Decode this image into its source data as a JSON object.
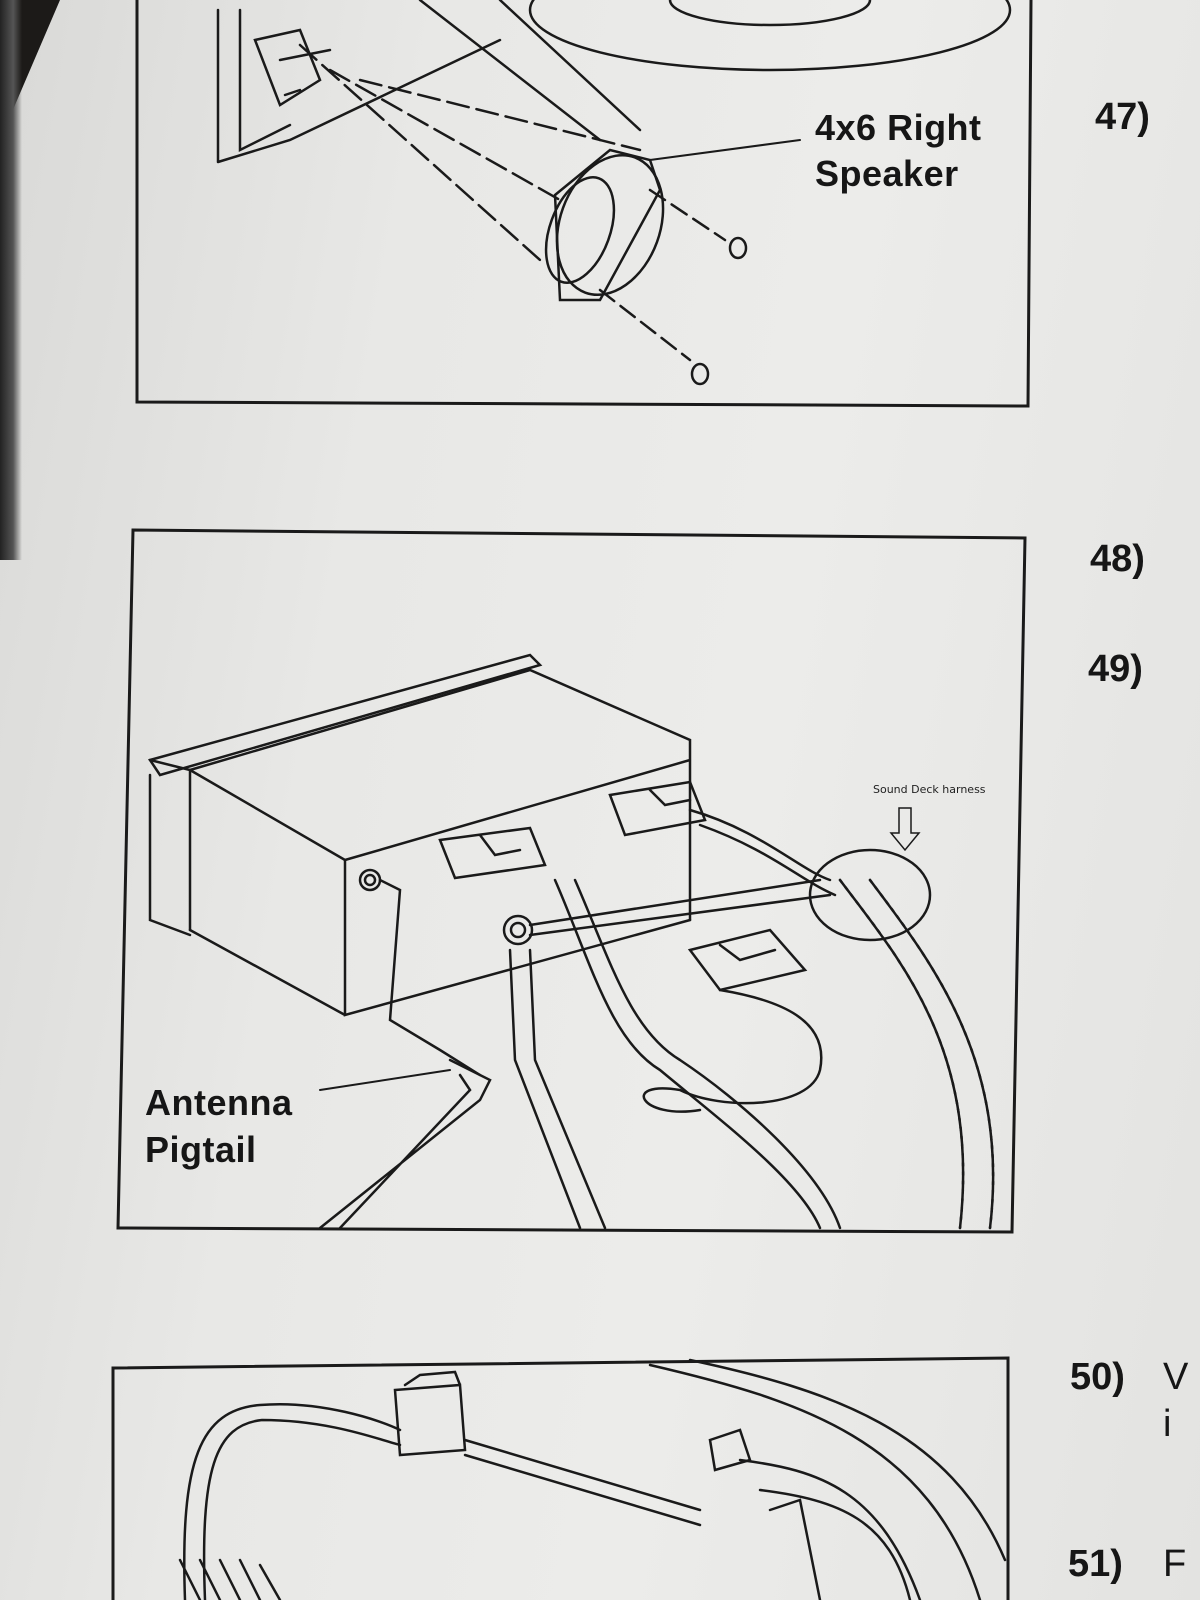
{
  "figure_top": {
    "label_line1": "4x6 Right",
    "label_line2": "Speaker"
  },
  "figure_middle": {
    "label_line1": "Antenna",
    "label_line2": "Pigtail",
    "annotation": "Sound Deck harness",
    "annotation_icon": "down-arrow-icon"
  },
  "steps": [
    {
      "number": "47)",
      "text": ""
    },
    {
      "number": "48)",
      "text": ""
    },
    {
      "number": "49)",
      "text": ""
    },
    {
      "number": "50)",
      "text": "V",
      "text_line2": "i"
    },
    {
      "number": "51)",
      "text": "F"
    }
  ]
}
